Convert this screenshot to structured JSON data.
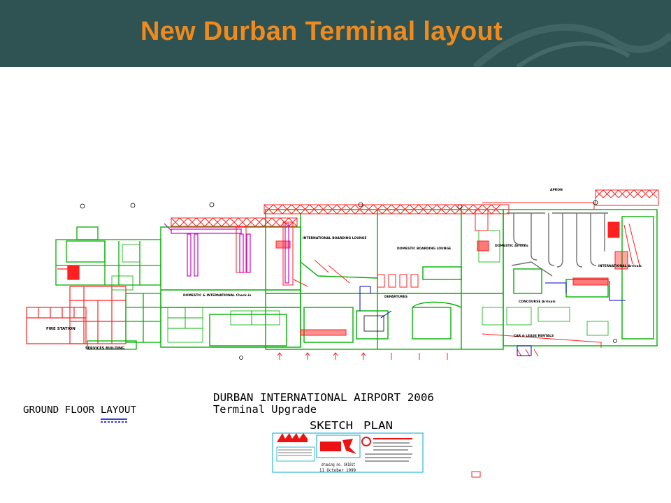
{
  "slide": {
    "title": "New Durban Terminal layout"
  },
  "titleblock": {
    "project": "DURBAN INTERNATIONAL AIRPORT 2006",
    "subtitle": "Terminal Upgrade",
    "sketch": "SKETCH",
    "plan": "PLAN",
    "ground_floor": "GROUND FLOOR LAYOUT",
    "drawing_no": "drawing no. SK101t",
    "date": "11 October 1999"
  },
  "labels": {
    "fire_station": "FIRE STATION",
    "services_building": "SERVICES BUILDING",
    "check_in": "DOMESTIC & INTERNATIONAL Check-in",
    "intl_boarding": "INTERNATIONAL BOARDING LOUNGE",
    "domestic_boarding": "DOMESTIC BOARDING LOUNGE",
    "departures": "DEPARTURES",
    "domestic_arrivals": "DOMESTIC Arrivals",
    "international_arrivals": "INTERNATIONAL Arrivals",
    "concourse": "CONCOURSE Arrivals",
    "car_hire": "CAR & LEASE RENTALS",
    "apron": "APRON"
  },
  "colors": {
    "header_bg": "#2f5253",
    "title": "#f08a1c",
    "walls": "#00b000",
    "piers": "#ff2020",
    "service_blue": "#0000cc",
    "magenta": "#d000d0"
  }
}
